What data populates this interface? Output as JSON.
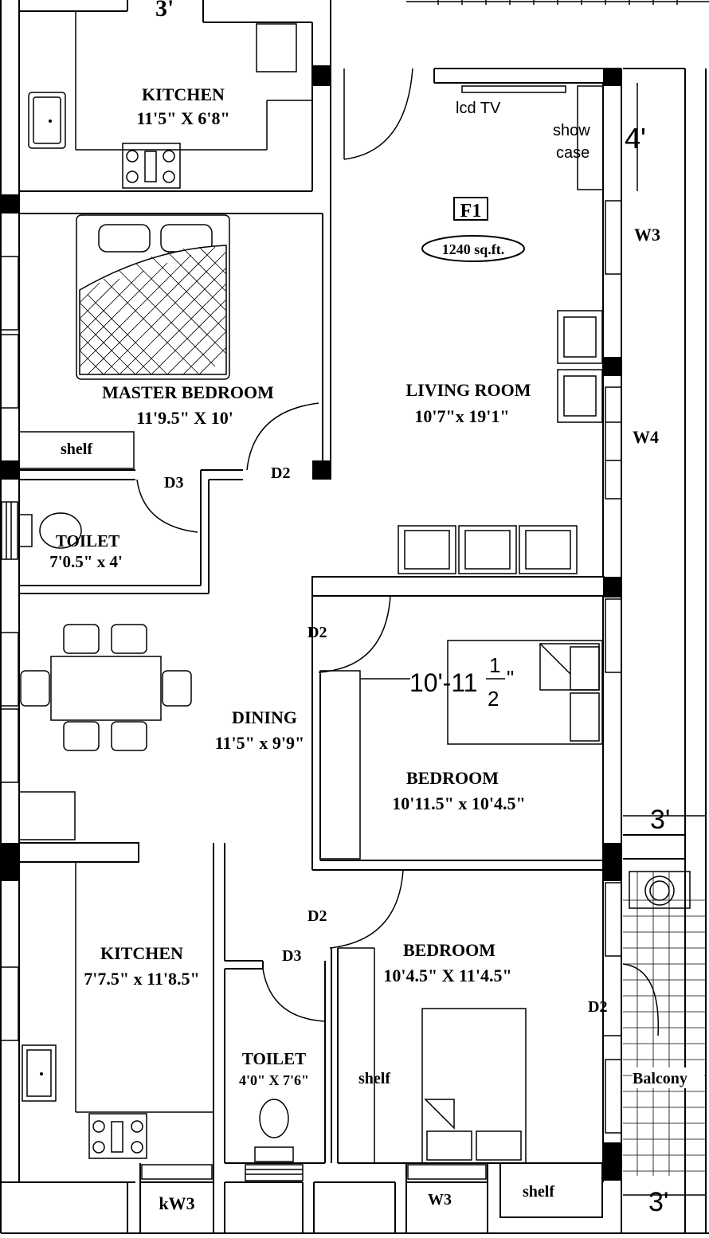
{
  "top_dim": "3'",
  "flat_id": "F1",
  "area": "1240 sq.ft.",
  "tv": "lcd TV",
  "showcase": [
    "show",
    "case"
  ],
  "dim_4ft": "4'",
  "w3": "W3",
  "w4": "W4",
  "rooms": {
    "kitchen1": {
      "name": "KITCHEN",
      "size": "11'5\" X 6'8\""
    },
    "master": {
      "name": "MASTER  BEDROOM",
      "size": "11'9.5\" X 10'"
    },
    "living": {
      "name": "LIVING ROOM",
      "size": "10'7\"x 19'1\""
    },
    "toilet1": {
      "name": "TOILET",
      "size": "7'0.5\" x 4'"
    },
    "dining": {
      "name": "DINING",
      "size": "11'5\" x 9'9\""
    },
    "bedroom1": {
      "name": "BEDROOM",
      "size": "10'11.5\" x 10'4.5\""
    },
    "kitchen2": {
      "name": "KITCHEN",
      "size": "7'7.5\" x 11'8.5\""
    },
    "toilet2": {
      "name": "TOILET",
      "size": "4'0\" X 7'6\""
    },
    "bedroom2": {
      "name": "BEDROOM",
      "size": "10'4.5\" X 11'4.5\""
    }
  },
  "shelf": "shelf",
  "doors": {
    "d2": "D2",
    "d3": "D3"
  },
  "bed_dim": {
    "main": "10'-11",
    "num": "1",
    "den": "2",
    "inch": "\""
  },
  "dim_3ft": "3'",
  "balcony": "Balcony",
  "kw3": "kW3"
}
